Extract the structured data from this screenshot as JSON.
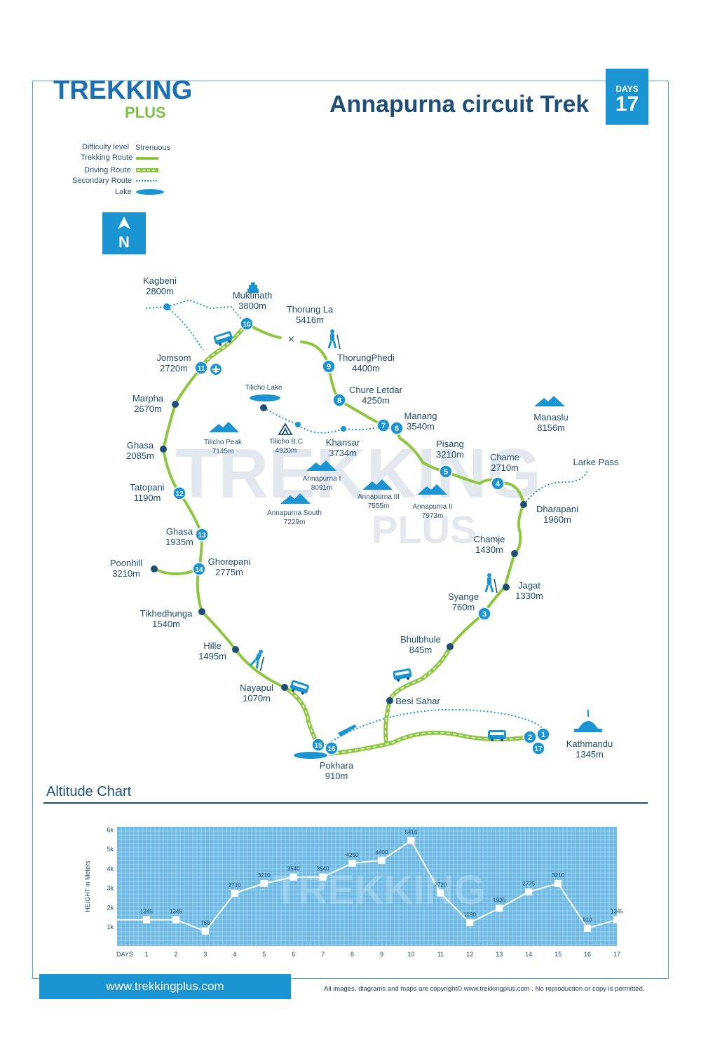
{
  "header": {
    "logo_top": "TREKKING",
    "logo_bottom": "PLUS",
    "title": "Annapurna circuit Trek",
    "days_label": "DAYS",
    "days_value": "17"
  },
  "legend": {
    "difficulty_label": "Difficulty level",
    "difficulty_value": "Strenuous",
    "trekking_route": "Trekking Route",
    "driving_route": "Driving Route",
    "secondary_route": "Secondary Route",
    "lake": "Lake"
  },
  "north": {
    "label": "N"
  },
  "colors": {
    "route": "#8dc63f",
    "accent": "#1b94d4",
    "node": "#1e4d78",
    "text": "#1d4a6e",
    "chart_bg": "#6bb9e4"
  },
  "places": [
    {
      "name": "Kagbeni",
      "alt": "2800m"
    },
    {
      "name": "Muktinath",
      "alt": "3800m"
    },
    {
      "name": "Thorung La",
      "alt": "5416m"
    },
    {
      "name": "Jomsom",
      "alt": "2720m"
    },
    {
      "name": "ThorungPhedi",
      "alt": "4400m"
    },
    {
      "name": "Chure Letdar",
      "alt": "4250m"
    },
    {
      "name": "Marpha",
      "alt": "2670m"
    },
    {
      "name": "Manang",
      "alt": "3540m"
    },
    {
      "name": "Manaslu",
      "alt": "8156m"
    },
    {
      "name": "Ghasa",
      "alt": "2085m"
    },
    {
      "name": "Khansar",
      "alt": "3734m"
    },
    {
      "name": "Pisang",
      "alt": "3210m"
    },
    {
      "name": "Chame",
      "alt": "2710m"
    },
    {
      "name": "Larke Pass",
      "alt": ""
    },
    {
      "name": "Tatopani",
      "alt": "1190m"
    },
    {
      "name": "Dharapani",
      "alt": "1960m"
    },
    {
      "name": "Ghasa",
      "alt": "1935m"
    },
    {
      "name": "Chamje",
      "alt": "1430m"
    },
    {
      "name": "Poonhill",
      "alt": "3210m"
    },
    {
      "name": "Ghorepani",
      "alt": "2775m"
    },
    {
      "name": "Jagat",
      "alt": "1330m"
    },
    {
      "name": "Syange",
      "alt": "760m"
    },
    {
      "name": "Tikhedhunga",
      "alt": "1540m"
    },
    {
      "name": "Bhulbhule",
      "alt": "845m"
    },
    {
      "name": "Hille",
      "alt": "1495m"
    },
    {
      "name": "Nayapul",
      "alt": "1070m"
    },
    {
      "name": "Besi Sahar",
      "alt": ""
    },
    {
      "name": "Kathmandu",
      "alt": "1345m"
    },
    {
      "name": "Pokhara",
      "alt": "910m"
    }
  ],
  "peaks": [
    {
      "name": "Tilicho Lake",
      "alt": ""
    },
    {
      "name": "Tilicho Peak",
      "alt": "7145m"
    },
    {
      "name": "Tilicho B.C",
      "alt": "4920m"
    },
    {
      "name": "Annapurna I",
      "alt": "8091m"
    },
    {
      "name": "Annapurna III",
      "alt": "7555m"
    },
    {
      "name": "Annapurna II",
      "alt": "7973m"
    },
    {
      "name": "Annapurna South",
      "alt": "7229m"
    }
  ],
  "day_markers": [
    "1",
    "2",
    "3",
    "4",
    "5",
    "6",
    "7",
    "8",
    "9",
    "10",
    "11",
    "12",
    "13",
    "14",
    "15",
    "16",
    "17"
  ],
  "chart_section": {
    "title": "Altitude Chart"
  },
  "chart_data": {
    "type": "line",
    "ylabel": "HEIGHT in Meters",
    "x_axis_label": "DAYS",
    "x": [
      1,
      2,
      3,
      4,
      5,
      6,
      7,
      8,
      9,
      10,
      11,
      12,
      13,
      14,
      15,
      16,
      17
    ],
    "values": [
      1345,
      1345,
      760,
      2710,
      3210,
      3540,
      3540,
      4250,
      4400,
      5416,
      2720,
      1190,
      1935,
      2775,
      3210,
      910,
      1345
    ],
    "y_ticks": [
      "1k",
      "2k",
      "3k",
      "4k",
      "5k",
      "6k"
    ],
    "ylim": [
      0,
      6000
    ],
    "grid": true
  },
  "footer": {
    "url": "www.trekkingplus.com",
    "copyright": "All images, diagrams and maps are copyright© www.trekkingplus.com .  No reproduction or copy is permitted."
  }
}
